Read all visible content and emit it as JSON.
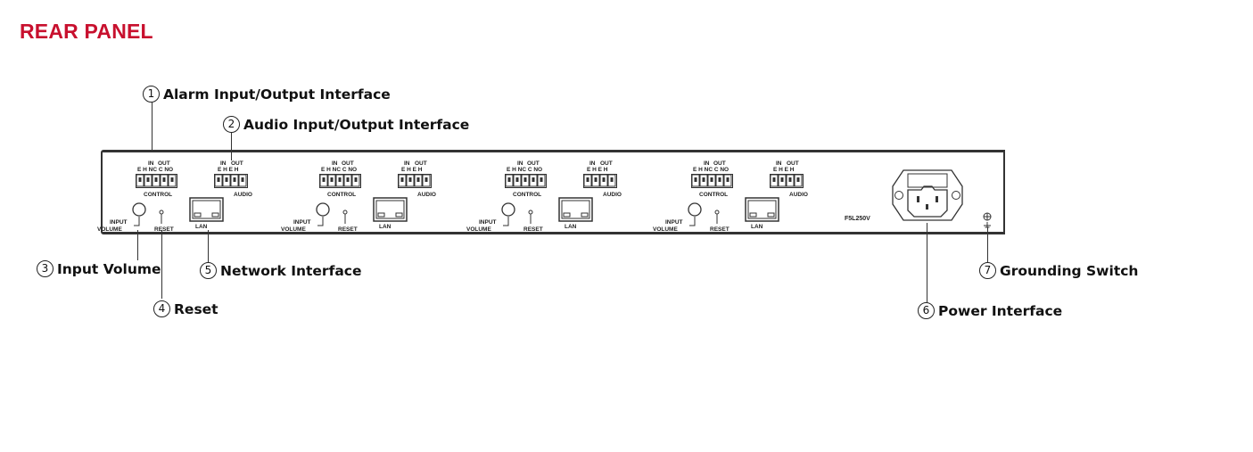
{
  "title": "REAR PANEL",
  "callouts": [
    {
      "num": "1",
      "label": "Alarm Input/Output Interface"
    },
    {
      "num": "2",
      "label": "Audio Input/Output Interface"
    },
    {
      "num": "3",
      "label": "Input Volume"
    },
    {
      "num": "4",
      "label": "Reset"
    },
    {
      "num": "5",
      "label": "Network Interface"
    },
    {
      "num": "6",
      "label": "Power Interface"
    },
    {
      "num": "7",
      "label": "Grounding Switch"
    }
  ],
  "panel": {
    "module": {
      "in": "IN",
      "out": "OUT",
      "control_pins": "E  H NC C NO",
      "audio_pins": "E  H  E  H",
      "control": "CONTROL",
      "audio": "AUDIO",
      "input": "INPUT",
      "volume": "VOLUME",
      "reset": "RESET",
      "lan": "LAN"
    },
    "fuse_label": "F5L250V"
  }
}
